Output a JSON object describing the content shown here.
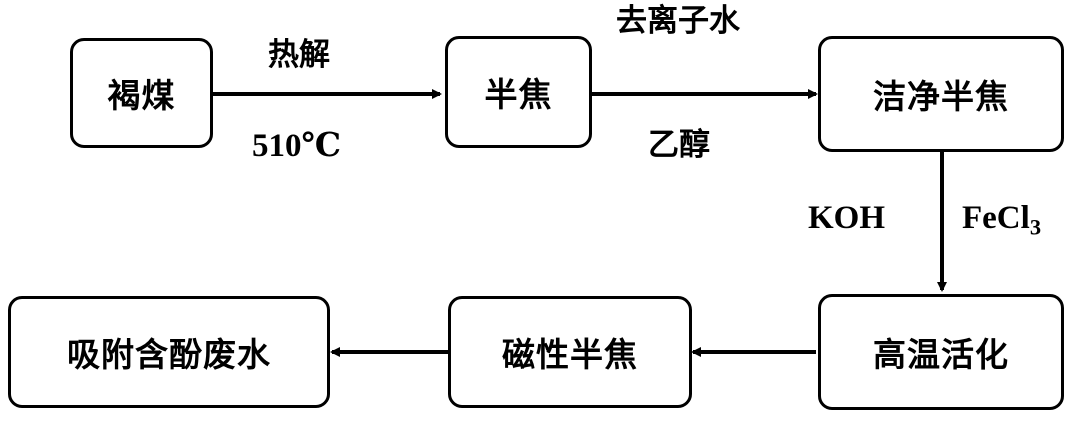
{
  "nodes": {
    "lignite": "褐煤",
    "semi_coke": "半焦",
    "clean_semi_coke": "洁净半焦",
    "high_temp_activation": "高温活化",
    "magnetic_semi_coke": "磁性半焦",
    "adsorb_phenol_wastewater": "吸附含酚废水"
  },
  "edges": {
    "pyrolysis": {
      "top": "热解",
      "bottom": "510℃"
    },
    "washing": {
      "top": "去离子水",
      "bottom": "乙醇"
    },
    "activation": {
      "left": "KOH",
      "right_base": "FeCl",
      "right_sub": "3"
    }
  },
  "colors": {
    "stroke": "#000000",
    "background": "#ffffff"
  }
}
